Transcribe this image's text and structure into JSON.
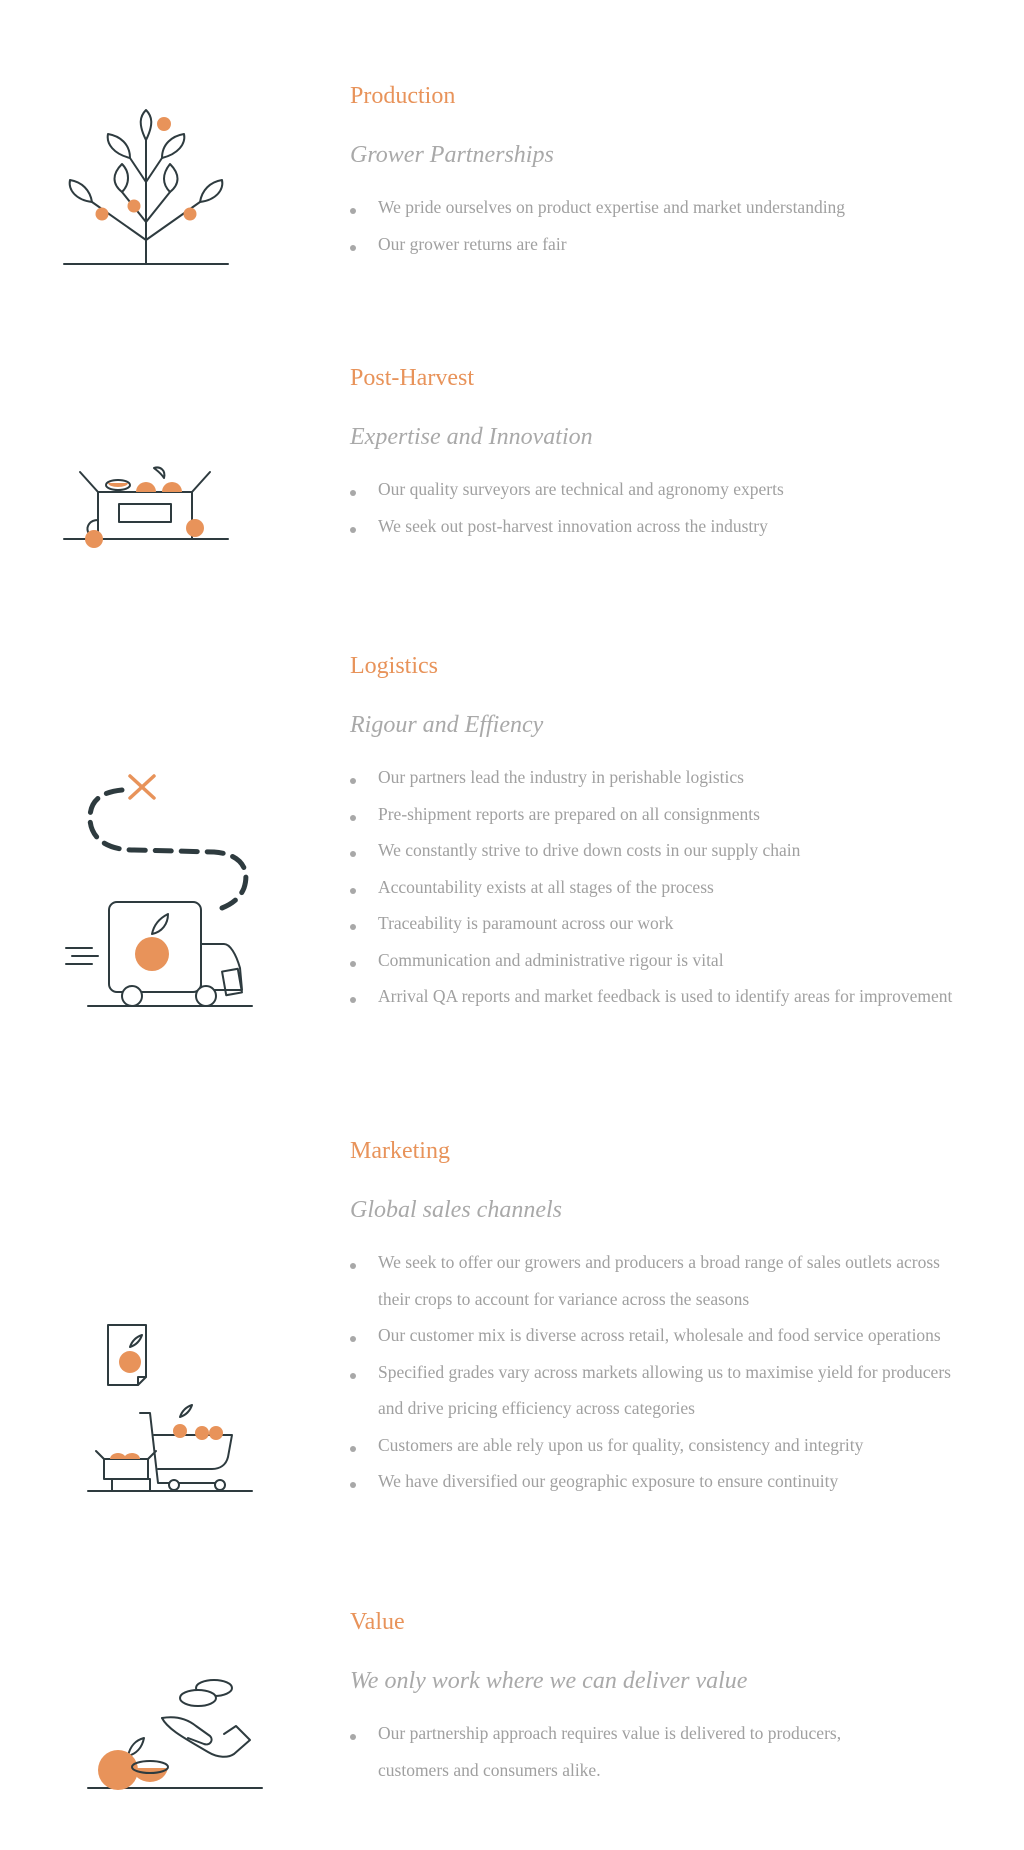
{
  "colors": {
    "accent": "#e8935a",
    "line": "#2e3b3f",
    "text": "#a0a0a0"
  },
  "sections": [
    {
      "heading": "Production",
      "subheading": "Grower Partnerships",
      "icon": "plant-icon",
      "points": [
        "We pride ourselves on product expertise and market understanding",
        "Our grower returns are fair"
      ]
    },
    {
      "heading": "Post-Harvest",
      "subheading": "Expertise and Innovation",
      "icon": "produce-box-icon",
      "points": [
        "Our quality surveyors are technical and agronomy experts",
        "We seek out post-harvest innovation across the industry"
      ]
    },
    {
      "heading": "Logistics",
      "subheading": "Rigour and Effiency",
      "icon": "delivery-truck-icon",
      "points": [
        "Our partners lead the industry in perishable logistics",
        "Pre-shipment reports are prepared on all consignments",
        "We constantly strive to drive down costs in our supply chain",
        "Accountability exists at all stages of the process",
        "Traceability is paramount across our work",
        "Communication and administrative rigour is vital",
        "Arrival QA reports and market feedback is used to identify areas for improvement"
      ]
    },
    {
      "heading": "Marketing",
      "subheading": "Global sales channels",
      "icon": "shopping-cart-icon",
      "points": [
        "We seek to offer our growers and producers a broad range of sales outlets across their crops to account for variance across the seasons",
        "Our customer mix is diverse across retail, wholesale and food service operations",
        "Specified grades vary across markets allowing us to maximise yield for producers and drive pricing efficiency across categories",
        "Customers are able rely upon us for quality, consistency and integrity",
        "We have diversified our geographic exposure to ensure continuity"
      ]
    },
    {
      "heading": "Value",
      "subheading": "We only work where we can deliver value",
      "icon": "hand-coins-icon",
      "points": [
        "Our partnership approach requires value is delivered to producers, customers and consumers alike."
      ]
    }
  ]
}
